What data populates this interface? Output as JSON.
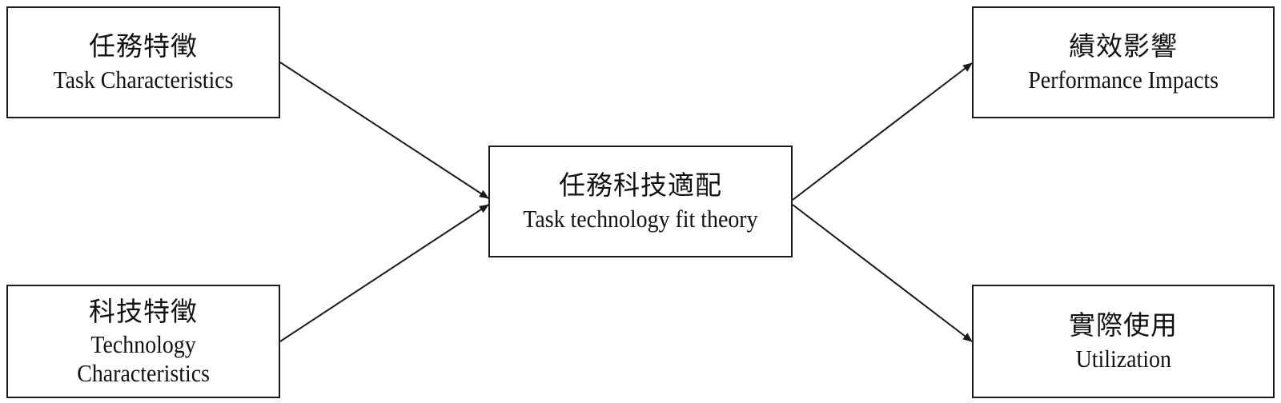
{
  "diagram": {
    "nodes": {
      "task": {
        "zh": "任務特徵",
        "en": "Task Characteristics"
      },
      "tech": {
        "zh": "科技特徵",
        "en": "Technology\nCharacteristics"
      },
      "ttf": {
        "zh": "任務科技適配",
        "en": "Task technology fit theory"
      },
      "perf": {
        "zh": "績效影響",
        "en": "Performance Impacts"
      },
      "util": {
        "zh": "實際使用",
        "en": "Utilization"
      }
    },
    "edges": [
      {
        "from": "task",
        "to": "ttf"
      },
      {
        "from": "tech",
        "to": "ttf"
      },
      {
        "from": "ttf",
        "to": "perf"
      },
      {
        "from": "ttf",
        "to": "util"
      }
    ],
    "colors": {
      "line": "#1a1a1a",
      "background": "#ffffff",
      "text": "#111111"
    }
  }
}
